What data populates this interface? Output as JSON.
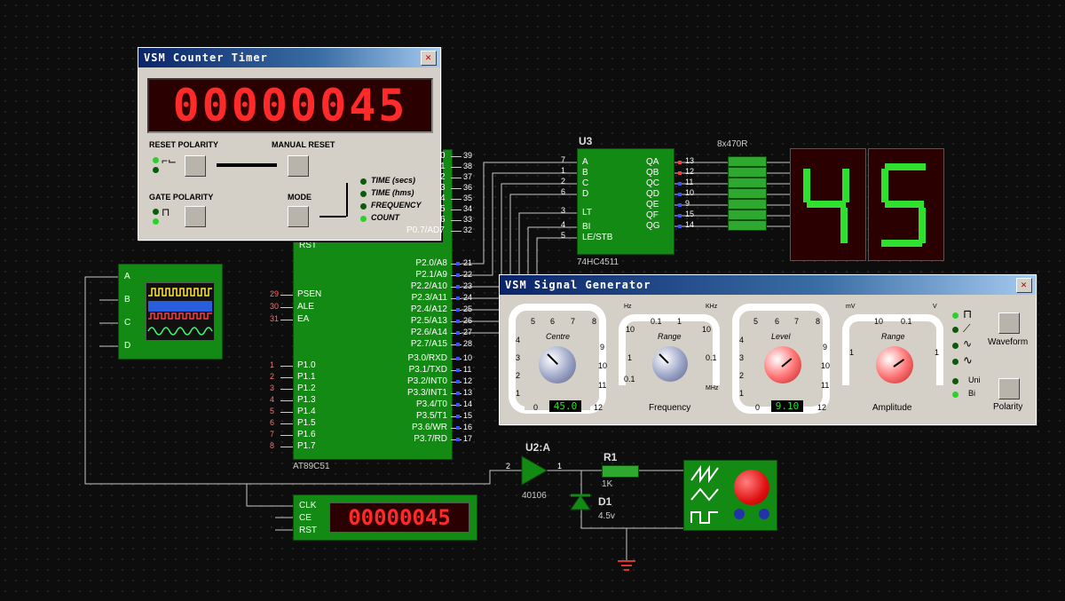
{
  "counter_window": {
    "title": "VSM Counter Timer",
    "display": "00000045",
    "reset_polarity_label": "RESET POLARITY",
    "manual_reset_label": "MANUAL RESET",
    "gate_polarity_label": "GATE POLARITY",
    "mode_label": "MODE",
    "modes": [
      "TIME (secs)",
      "TIME (hms)",
      "FREQUENCY",
      "COUNT"
    ],
    "selected_mode": "COUNT"
  },
  "mcu": {
    "name": "AT89C51",
    "left_pins": [
      {
        "num": "29",
        "label": "PSEN"
      },
      {
        "num": "30",
        "label": "ALE"
      },
      {
        "num": "31",
        "label": "EA"
      },
      {
        "num": "1",
        "label": "P1.0"
      },
      {
        "num": "2",
        "label": "P1.1"
      },
      {
        "num": "3",
        "label": "P1.2"
      },
      {
        "num": "4",
        "label": "P1.3"
      },
      {
        "num": "5",
        "label": "P1.4"
      },
      {
        "num": "6",
        "label": "P1.5"
      },
      {
        "num": "7",
        "label": "P1.6"
      },
      {
        "num": "8",
        "label": "P1.7"
      }
    ],
    "right_top_pins": [
      {
        "num": "39",
        "label": "0"
      },
      {
        "num": "38",
        "label": "1"
      },
      {
        "num": "37",
        "label": "2"
      },
      {
        "num": "36",
        "label": "3"
      },
      {
        "num": "35",
        "label": "4"
      },
      {
        "num": "34",
        "label": "5"
      },
      {
        "num": "33",
        "label": "6"
      },
      {
        "num": "32",
        "label": "P0.7/AD7"
      }
    ],
    "rst_label": "RST",
    "right_pins": [
      {
        "num": "21",
        "label": "P2.0/A8"
      },
      {
        "num": "22",
        "label": "P2.1/A9"
      },
      {
        "num": "23",
        "label": "P2.2/A10"
      },
      {
        "num": "24",
        "label": "P2.3/A11"
      },
      {
        "num": "25",
        "label": "P2.4/A12"
      },
      {
        "num": "26",
        "label": "P2.5/A13"
      },
      {
        "num": "27",
        "label": "P2.6/A14"
      },
      {
        "num": "28",
        "label": "P2.7/A15"
      },
      {
        "num": "10",
        "label": "P3.0/RXD"
      },
      {
        "num": "11",
        "label": "P3.1/TXD"
      },
      {
        "num": "12",
        "label": "P3.2/INT0"
      },
      {
        "num": "13",
        "label": "P3.3/INT1"
      },
      {
        "num": "14",
        "label": "P3.4/T0"
      },
      {
        "num": "15",
        "label": "P3.5/T1"
      },
      {
        "num": "16",
        "label": "P3.6/WR"
      },
      {
        "num": "17",
        "label": "P3.7/RD"
      }
    ]
  },
  "decoder": {
    "ref": "U3",
    "part": "74HC4511",
    "left_pins": [
      {
        "num": "7",
        "label": "A"
      },
      {
        "num": "1",
        "label": "B"
      },
      {
        "num": "2",
        "label": "C"
      },
      {
        "num": "6",
        "label": "D"
      },
      {
        "num": "3",
        "label": "LT"
      },
      {
        "num": "4",
        "label": "BI"
      },
      {
        "num": "5",
        "label": "LE/STB"
      }
    ],
    "right_pins": [
      {
        "num": "13",
        "label": "QA"
      },
      {
        "num": "12",
        "label": "QB"
      },
      {
        "num": "11",
        "label": "QC"
      },
      {
        "num": "10",
        "label": "QD"
      },
      {
        "num": "9",
        "label": "QE"
      },
      {
        "num": "15",
        "label": "QF"
      },
      {
        "num": "14",
        "label": "QG"
      }
    ]
  },
  "resistor_pack_label": "8x470R",
  "seven_seg_digits": [
    "4",
    "5"
  ],
  "scope": {
    "channels": [
      "A",
      "B",
      "C",
      "D"
    ]
  },
  "signal_generator": {
    "title": "VSM Signal Generator",
    "centre_label": "Centre",
    "centre_scale": [
      "5",
      "6",
      "7",
      "8",
      "4",
      "9",
      "3",
      "10",
      "2",
      "11",
      "1",
      "0",
      "12"
    ],
    "centre_value": "45.0",
    "range_label": "Range",
    "freq_range_top": [
      "0.1",
      "1"
    ],
    "freq_range_side_left": [
      "10",
      "1",
      "0.1"
    ],
    "freq_range_side_right": [
      "10",
      "0.1"
    ],
    "hz_label": "Hz",
    "khz_label": "KHz",
    "mhz_label": "MHz",
    "frequency_label": "Frequency",
    "level_label": "Level",
    "level_value": "9.10",
    "mv_label": "mV",
    "v_label": "V",
    "ampl_range_top": [
      "10",
      "0.1"
    ],
    "ampl_range_side": [
      "1",
      "1"
    ],
    "amplitude_label": "Amplitude",
    "waveform_button": "Waveform",
    "polarity_button": "Polarity",
    "uni_label": "Uni",
    "bi_label": "Bi"
  },
  "counter_small": {
    "pins": [
      "CLK",
      "CE",
      "RST"
    ],
    "display": "00000045"
  },
  "buffer": {
    "ref": "U2:A",
    "part": "40106",
    "pin_in": "2",
    "pin_out": "1"
  },
  "resistor": {
    "ref": "R1",
    "value": "1K"
  },
  "diode": {
    "ref": "D1",
    "value": "4.5v"
  }
}
